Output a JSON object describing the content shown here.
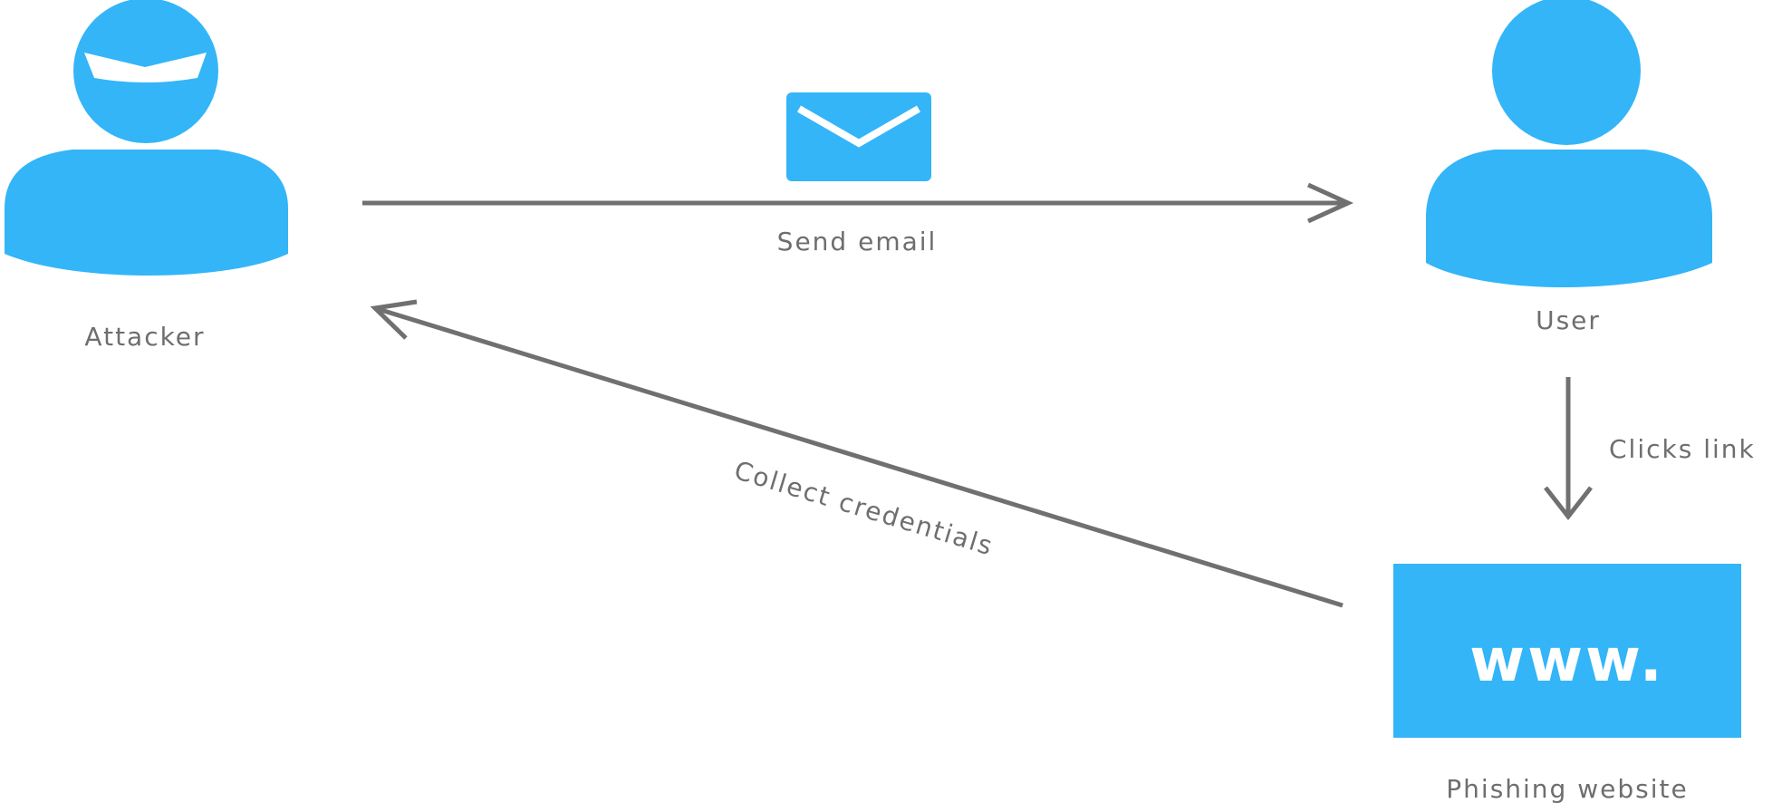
{
  "colors": {
    "accent": "#33b5f8",
    "arrow": "#707070",
    "label": "#6e6e6e",
    "background": "#ffffff"
  },
  "nodes": {
    "attacker": {
      "label": "Attacker",
      "icon": "attacker-person-icon"
    },
    "user": {
      "label": "User",
      "icon": "user-person-icon"
    },
    "website": {
      "label": "Phishing website",
      "box_text": "www.",
      "icon": "website-box"
    }
  },
  "edges": {
    "send_email": {
      "label": "Send email",
      "icon": "envelope-icon"
    },
    "clicks_link": {
      "label": "Clicks link"
    },
    "collect_credentials": {
      "label": "Collect credentials"
    }
  }
}
